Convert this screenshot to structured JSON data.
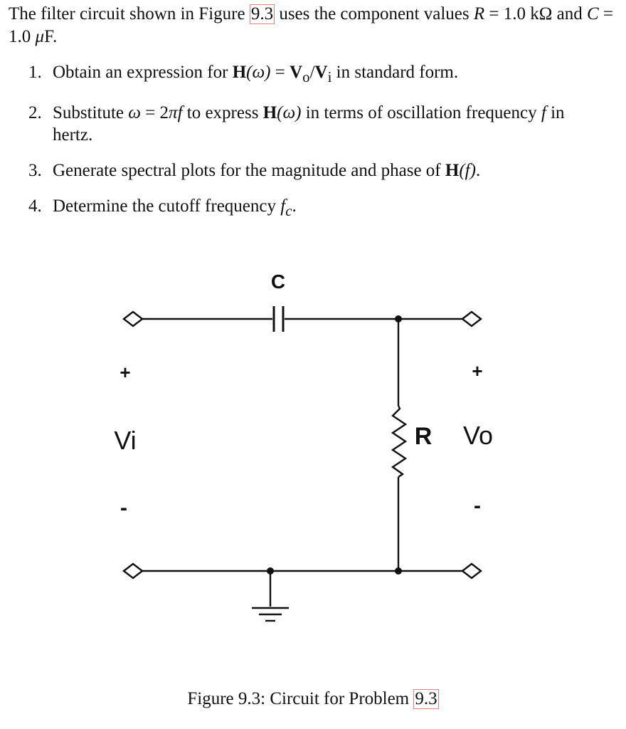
{
  "intro": {
    "t1": "The filter circuit shown in Figure ",
    "ref": "9.3",
    "t2": " uses the component values ",
    "r_sym": "R",
    "r_val": " = 1.0 kΩ",
    "t3": " and ",
    "c_sym": "C",
    "c_val": " = 1.0 ",
    "c_unit_mu": "μ",
    "c_unit": "F."
  },
  "problems": [
    {
      "num": "1.",
      "a": "Obtain an expression for ",
      "H": "H",
      "w": "(ω)",
      "eq": " = ",
      "Vo": "V",
      "o_sub": "o",
      "slash": "/",
      "Vi": "V",
      "i_sub": "i",
      "b": " in standard form."
    },
    {
      "num": "2.",
      "a": "Substitute ",
      "w": "ω",
      "eq": " = 2",
      "pi": "π",
      "f": "f",
      "b": " to express ",
      "H": "H",
      "w2": "(ω)",
      "c": " in terms of oscillation frequency ",
      "f2": "f",
      "d": " in hertz."
    },
    {
      "num": "3.",
      "a": "Generate spectral plots for the magnitude and phase of ",
      "H": "H",
      "f": "(f)",
      "b": "."
    },
    {
      "num": "4.",
      "a": "Determine the cutoff frequency ",
      "fc": "f",
      "c_sub": "c",
      "b": "."
    }
  ],
  "circuit": {
    "label_c": "C",
    "label_r": "R",
    "label_vi": "Vi",
    "label_vo": "Vo",
    "plus_in": "+",
    "minus_in": "-",
    "plus_out": "+",
    "minus_out": "-"
  },
  "caption": {
    "text": "Figure 9.3: Circuit for Problem ",
    "ref": "9.3"
  }
}
